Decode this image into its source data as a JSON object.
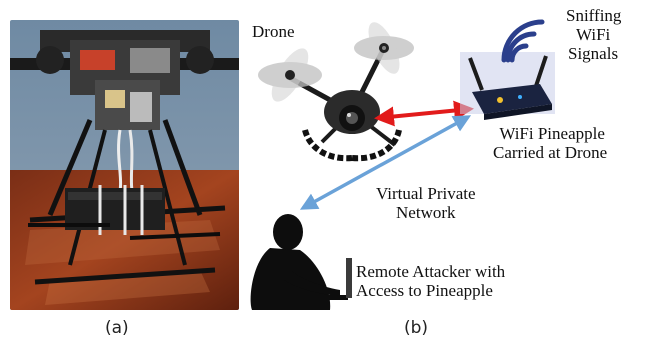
{
  "panel_a": {
    "caption": "(a)"
  },
  "panel_b": {
    "caption": "(b)",
    "labels": {
      "drone": "Drone",
      "sniffing_line1": "Sniffing",
      "sniffing_line2": "WiFi",
      "sniffing_line3": "Signals",
      "pineapple_line1": "WiFi Pineapple",
      "pineapple_line2": "Carried at Drone",
      "vpn_line1": "Virtual Private",
      "vpn_line2": "Network",
      "attacker_line1": "Remote Attacker with",
      "attacker_line2": "Access to Pineapple"
    },
    "colors": {
      "drone_link_arrow": "#e21b1b",
      "vpn_arrow": "#6aa2d8",
      "wifi_waves": "#2b3f8c"
    }
  }
}
